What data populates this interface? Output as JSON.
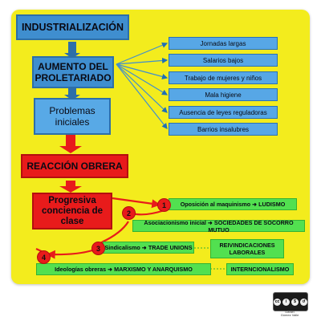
{
  "main": {
    "industrializacion": "INDUSTRIALIZACIÓN",
    "aumento_line1": "AUMENTO DEL",
    "aumento_line2": "PROLETARIADO",
    "problemas_line1": "Problemas",
    "problemas_line2": "iniciales",
    "reaccion": "REACCIÓN OBRERA",
    "conciencia_line1": "Progresiva",
    "conciencia_line2": "conciencia de",
    "conciencia_line3": "clase"
  },
  "problems": [
    "Jornadas largas",
    "Salarios bajos",
    "Trabajo de mujeres y niños",
    "Mala higiene",
    "Ausencia de leyes reguladoras",
    "Barrios insalubres"
  ],
  "stages": [
    {
      "number": "1",
      "text": "Oposición al maquinismo ➜ LUDISMO"
    },
    {
      "number": "2",
      "text": "Asociacionismo inicial ➜ SOCIEDADES DE SOCORRO MUTUO"
    },
    {
      "number": "3",
      "text": "Sindicalismo ➜ TRADE UNIONS"
    },
    {
      "number": "4",
      "text": "Ideologías obreras ➜ MARXISMO Y ANARQUISMO"
    }
  ],
  "outcomes": {
    "reivindicaciones_line1": "REIVINDICACIONES",
    "reivindicaciones_line2": "LABORALES",
    "internacionalismo": "INTERNCIONALISMO"
  },
  "footer": {
    "license_icons": [
      "cc-icon",
      "by-icon",
      "nc-icon",
      "sa-icon"
    ],
    "license_glyphs": [
      "cc",
      "i",
      "$",
      "↺"
    ],
    "author_line1": "Daniel",
    "author_line2": "Gómez Valle"
  },
  "colors": {
    "background": "#f3ec1d",
    "blue": "#3f8ecf",
    "red": "#e81b1b",
    "green": "#52e050"
  }
}
